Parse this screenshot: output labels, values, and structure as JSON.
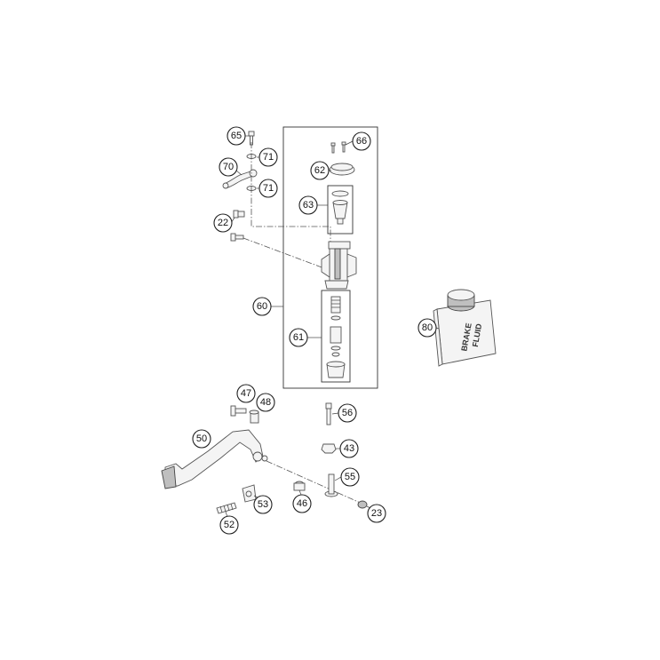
{
  "labels": {
    "p65": "65",
    "p71a": "71",
    "p70": "70",
    "p71b": "71",
    "p22": "22",
    "p66": "66",
    "p62": "62",
    "p63": "63",
    "p60": "60",
    "p61": "61",
    "p80": "80",
    "p47": "47",
    "p48": "48",
    "p50": "50",
    "p56": "56",
    "p43": "43",
    "p55": "55",
    "p46": "46",
    "p53": "53",
    "p52": "52",
    "p23": "23"
  },
  "can": {
    "line1": "BRAKE",
    "line2": "FLUID"
  }
}
